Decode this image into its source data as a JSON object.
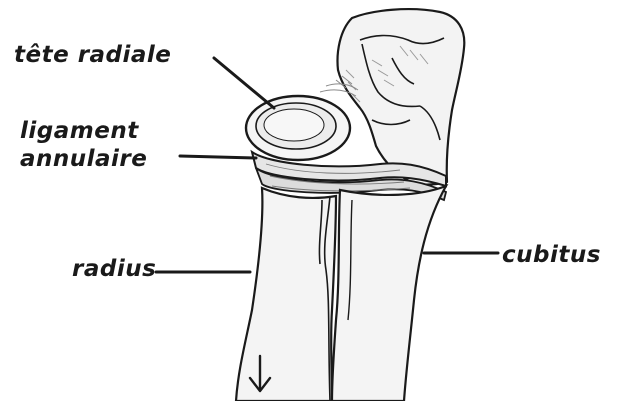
{
  "labels": {
    "tete_radiale": "tête radiale",
    "ligament_line1": "ligament",
    "ligament_line2": "annulaire",
    "radius": "radius",
    "cubitus": "cubitus"
  },
  "colors": {
    "ink": "#1a1a1a",
    "bone_fill": "#f2f2f2",
    "shade": "#b8b8b8"
  },
  "icons": {
    "arrow": "down-arrow-icon"
  }
}
